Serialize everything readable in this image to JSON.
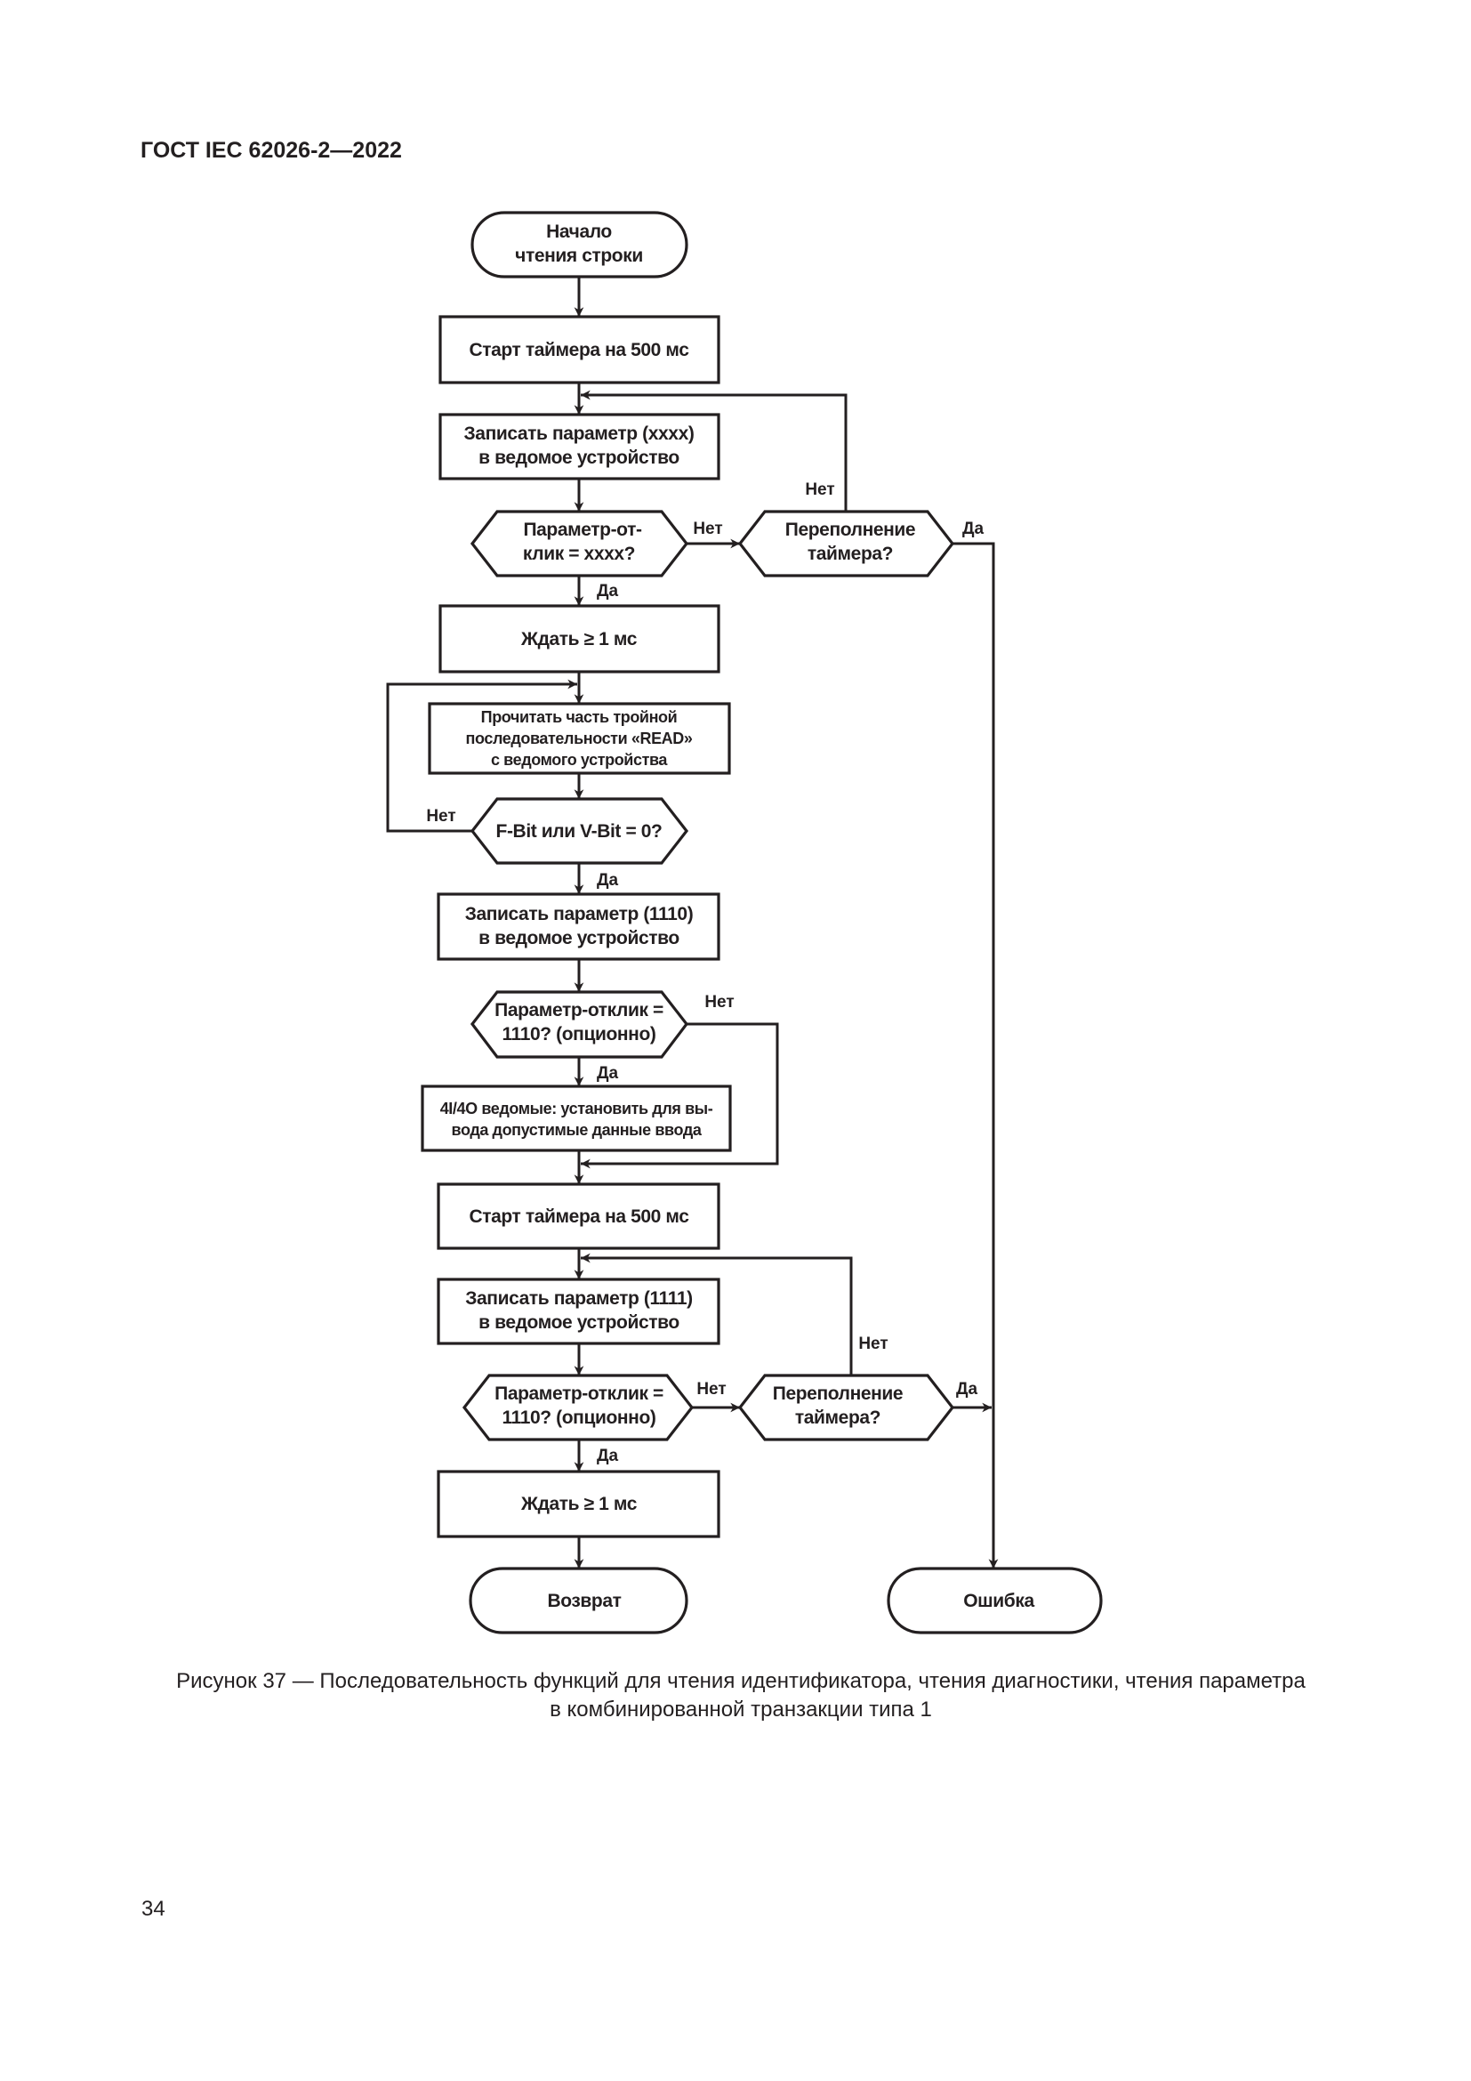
{
  "header": "ГОСТ IEC 62026-2—2022",
  "nodes": {
    "start": [
      "Начало",
      "чтения строки"
    ],
    "timer1": [
      "Старт таймера на 500 мс"
    ],
    "write_xxxx": [
      "Записать параметр (xxxx)",
      "в ведомое устройство"
    ],
    "check_xxxx": [
      "Параметр-от-",
      "клик = xxxx?"
    ],
    "overflow1": [
      "Переполнение",
      "таймера?"
    ],
    "wait1": [
      "Ждать ≥ 1 мс"
    ],
    "read_part": [
      "Прочитать часть тройной",
      "последовательности «READ»",
      "с ведомого устройства"
    ],
    "fv_bit": [
      "F-Bit или V-Bit = 0?"
    ],
    "write_1110": [
      "Записать параметр  (1110)",
      "в ведомое устройство"
    ],
    "check_1110": [
      "Параметр-отклик =",
      "1110? (опционно)"
    ],
    "set_4i4o": [
      "4I/4O ведомые: установить для вы-",
      "вода допустимые данные ввода"
    ],
    "timer2": [
      "Старт таймера на 500 мс"
    ],
    "write_1111": [
      "Записать параметр  (1111)",
      "в ведомое устройство"
    ],
    "check_1110_b": [
      "Параметр-отклик =",
      "1110? (опционно)"
    ],
    "overflow2": [
      "Переполнение",
      "таймера?"
    ],
    "wait2": [
      "Ждать ≥ 1 мс"
    ],
    "return": [
      "Возврат"
    ],
    "error": [
      "Ошибка"
    ]
  },
  "edge_labels": {
    "overflow1_no": "Нет",
    "check_xxxx_no": "Нет",
    "overflow1_yes": "Да",
    "check_xxxx_yes": "Да",
    "fv_bit_no": "Нет",
    "fv_bit_yes": "Да",
    "check_1110_no": "Нет",
    "check_1110_yes": "Да",
    "overflow2_no": "Нет",
    "check_1110_b_no": "Нет",
    "overflow2_yes": "Да",
    "check_1110_b_yes": "Да"
  },
  "caption": [
    "Рисунок 37 — Последовательность функций для чтения идентификатора, чтения диагностики, чтения параметра",
    "в комбинированной транзакции типа 1"
  ],
  "page_number": "34"
}
